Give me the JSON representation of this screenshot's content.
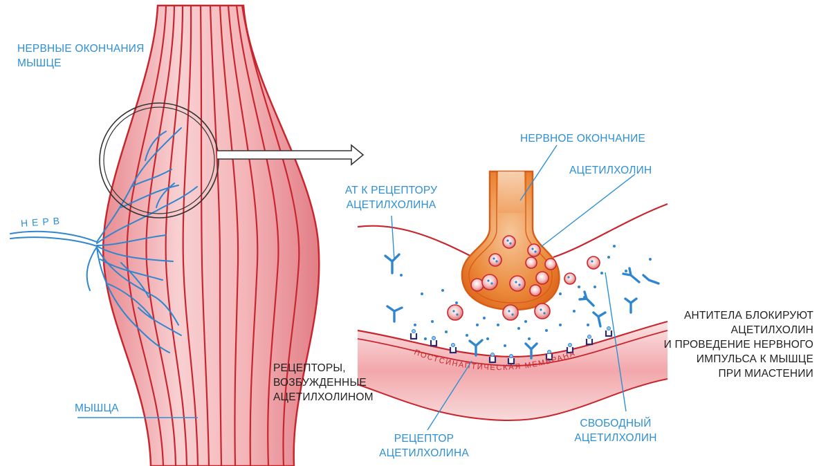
{
  "labels": {
    "nerve_endings": [
      "НЕРВНЫЕ ОКОНЧАНИЯ",
      "МЫШЦЕ"
    ],
    "nerve": "НЕРВ",
    "muscle": "МЫШЦА",
    "nerve_ending": "НЕРВНОЕ ОКОНЧАНИЕ",
    "acetylcholine": "АЦЕТИЛХОЛИН",
    "antibody_to_receptor": [
      "АТ К РЕЦЕПТОРУ",
      "АЦЕТИЛХОЛИНА"
    ],
    "antibodies_block": [
      "АНТИТЕЛА БЛОКИРУЮТ",
      "АЦЕТИЛХОЛИН",
      "И ПРОВЕДЕНИЕ НЕРВНОГО",
      "ИМПУЛЬСА К МЫШЦЕ",
      "ПРИ МИАСТЕНИИ"
    ],
    "excited_receptors": [
      "РЕЦЕПТОРЫ,",
      "ВОЗБУЖДЕННЫЕ",
      "АЦЕТИЛХОЛИНОМ"
    ],
    "receptor": [
      "РЕЦЕПТОР",
      "АЦЕТИЛХОЛИНА"
    ],
    "free_acetylcholine": [
      "СВОБОДНЫЙ",
      "АЦЕТИЛХОЛИН"
    ],
    "postsynaptic_membrane": "ПОСТСИНАПТИЧЕСКАЯ МЕМБРАНА"
  },
  "colors": {
    "label_blue": "#2d8fd4",
    "label_dark": "#1f1f1f",
    "muscle_fill": "#f3b3b6",
    "muscle_stroke": "#c8262e",
    "nerve_blue": "#2f86cf",
    "terminal_orange": "#e9772a",
    "vesicle_red": "#c8262e"
  }
}
